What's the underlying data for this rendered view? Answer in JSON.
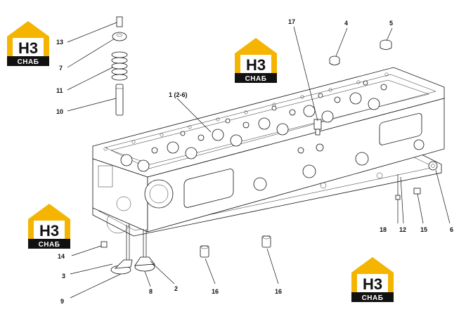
{
  "diagram": {
    "assembly_callout": "1 (2-6)",
    "callouts": [
      {
        "id": "c13",
        "text": "13"
      },
      {
        "id": "c7",
        "text": "7"
      },
      {
        "id": "c11",
        "text": "11"
      },
      {
        "id": "c10",
        "text": "10"
      },
      {
        "id": "c17",
        "text": "17"
      },
      {
        "id": "c4",
        "text": "4"
      },
      {
        "id": "c5",
        "text": "5"
      },
      {
        "id": "c18",
        "text": "18"
      },
      {
        "id": "c12",
        "text": "12"
      },
      {
        "id": "c15",
        "text": "15"
      },
      {
        "id": "c6",
        "text": "6"
      },
      {
        "id": "c14",
        "text": "14"
      },
      {
        "id": "c3",
        "text": "3"
      },
      {
        "id": "c8",
        "text": "8"
      },
      {
        "id": "c2",
        "text": "2"
      },
      {
        "id": "c9",
        "text": "9"
      },
      {
        "id": "c16a",
        "text": "16"
      },
      {
        "id": "c16b",
        "text": "16"
      }
    ]
  },
  "watermark": {
    "mark": "H3",
    "text": "СНАБ",
    "colors": {
      "house": "#f4b400",
      "band": "#111111"
    }
  }
}
